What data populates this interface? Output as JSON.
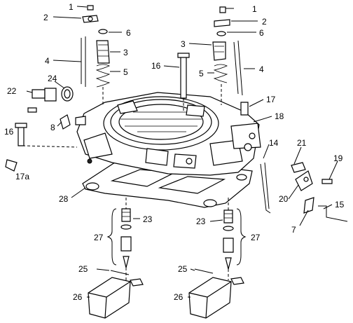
{
  "labels": {
    "l1a": "1",
    "l1b": "1",
    "l2a": "2",
    "l2b": "2",
    "l3a": "3",
    "l3b": "3",
    "l4a": "4",
    "l4b": "4",
    "l5a": "5",
    "l5b": "5",
    "l6a": "6",
    "l6b": "6",
    "l7": "7",
    "l8": "8",
    "l15": "15",
    "l16a": "16",
    "l16b": "16",
    "l17": "17",
    "l17a": "17a",
    "l18": "18",
    "l19": "19",
    "l20": "20",
    "l21": "21",
    "l22": "22",
    "l23a": "23",
    "l23b": "23",
    "l24": "24",
    "l25a": "25",
    "l25b": "25",
    "l26a": "26",
    "l26b": "26",
    "l27a": "27",
    "l27b": "27",
    "l28": "28"
  }
}
